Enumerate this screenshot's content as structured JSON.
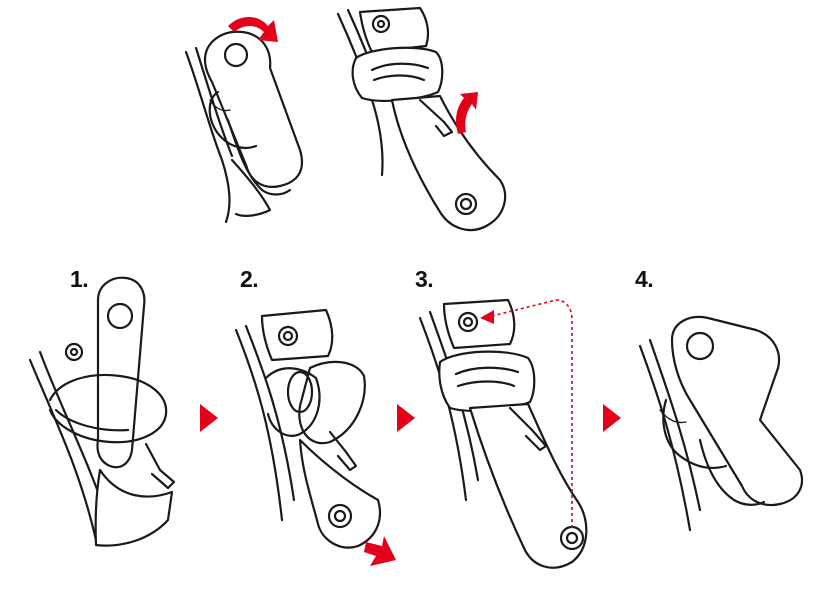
{
  "steps": [
    {
      "label": "1."
    },
    {
      "label": "2."
    },
    {
      "label": "3."
    },
    {
      "label": "4."
    }
  ],
  "colors": {
    "accent": "#e3001b",
    "line": "#1a1a1a",
    "background": "#ffffff"
  },
  "icons": [
    "next-step-arrow-icon",
    "rotate-arrow-icon",
    "pull-arrow-icon"
  ]
}
